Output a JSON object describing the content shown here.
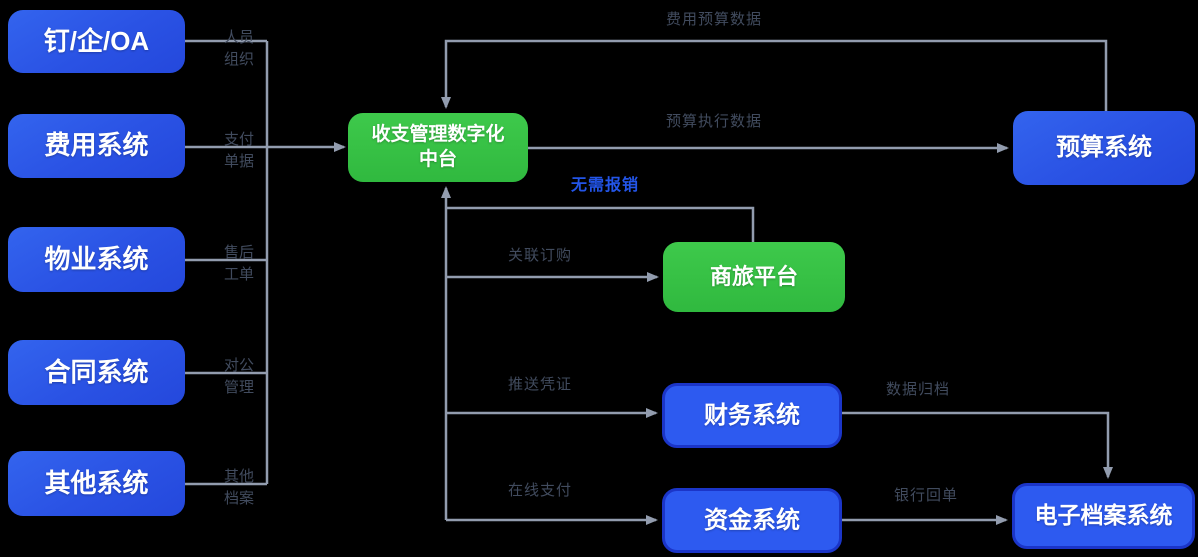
{
  "diagram": {
    "background": "#000000",
    "colors": {
      "blue_node": "#2A52E4",
      "bright_blue_node": "#2D5AF0",
      "bright_blue_border": "#1B35C8",
      "green_node": "#35C344",
      "connector_line": "#929CAE",
      "edge_label_text": "#414B5E",
      "highlight_label_text": "#2355E8",
      "node_text": "#FFFFFF"
    },
    "nodes": {
      "dingtalk_oa": {
        "label": "钉/企/OA",
        "color": "blue"
      },
      "expense_system": {
        "label": "费用系统",
        "color": "blue"
      },
      "property_system": {
        "label": "物业系统",
        "color": "blue"
      },
      "contract_system": {
        "label": "合同系统",
        "color": "blue"
      },
      "other_system": {
        "label": "其他系统",
        "color": "blue"
      },
      "central_platform": {
        "label": "收支管理数字化\n中台",
        "color": "green"
      },
      "budget_system": {
        "label": "预算系统",
        "color": "blue"
      },
      "travel_platform": {
        "label": "商旅平台",
        "color": "green"
      },
      "finance_system": {
        "label": "财务系统",
        "color": "bright-blue"
      },
      "treasury_system": {
        "label": "资金系统",
        "color": "bright-blue"
      },
      "earchive_system": {
        "label": "电子档案系统",
        "color": "bright-blue"
      }
    },
    "edge_labels": {
      "personnel_org": "人员\n组织",
      "payment_docs": "支付\n单据",
      "aftersales_order": "售后\n工单",
      "corporate_mgmt": "对公\n管理",
      "other_archive": "其他\n档案",
      "expense_budget_data": "费用预算数据",
      "budget_execution_data": "预算执行数据",
      "no_reimbursement": "无需报销",
      "related_purchase": "关联订购",
      "push_voucher": "推送凭证",
      "online_payment": "在线支付",
      "data_archive": "数据归档",
      "bank_receipt": "银行回单"
    },
    "connections": [
      {
        "from": "dingtalk_oa",
        "to": "central_platform",
        "label_key": "personnel_org"
      },
      {
        "from": "expense_system",
        "to": "central_platform",
        "label_key": "payment_docs"
      },
      {
        "from": "property_system",
        "to": "central_platform",
        "label_key": "aftersales_order"
      },
      {
        "from": "contract_system",
        "to": "central_platform",
        "label_key": "corporate_mgmt"
      },
      {
        "from": "other_system",
        "to": "central_platform",
        "label_key": "other_archive"
      },
      {
        "from": "budget_system",
        "to": "central_platform",
        "label_key": "expense_budget_data"
      },
      {
        "from": "central_platform",
        "to": "budget_system",
        "label_key": "budget_execution_data"
      },
      {
        "from": "travel_platform",
        "to": "central_platform",
        "label_key": "no_reimbursement"
      },
      {
        "from": "central_platform",
        "to": "travel_platform",
        "label_key": "related_purchase"
      },
      {
        "from": "central_platform",
        "to": "finance_system",
        "label_key": "push_voucher"
      },
      {
        "from": "central_platform",
        "to": "treasury_system",
        "label_key": "online_payment"
      },
      {
        "from": "finance_system",
        "to": "earchive_system",
        "label_key": "data_archive"
      },
      {
        "from": "treasury_system",
        "to": "earchive_system",
        "label_key": "bank_receipt"
      }
    ]
  }
}
